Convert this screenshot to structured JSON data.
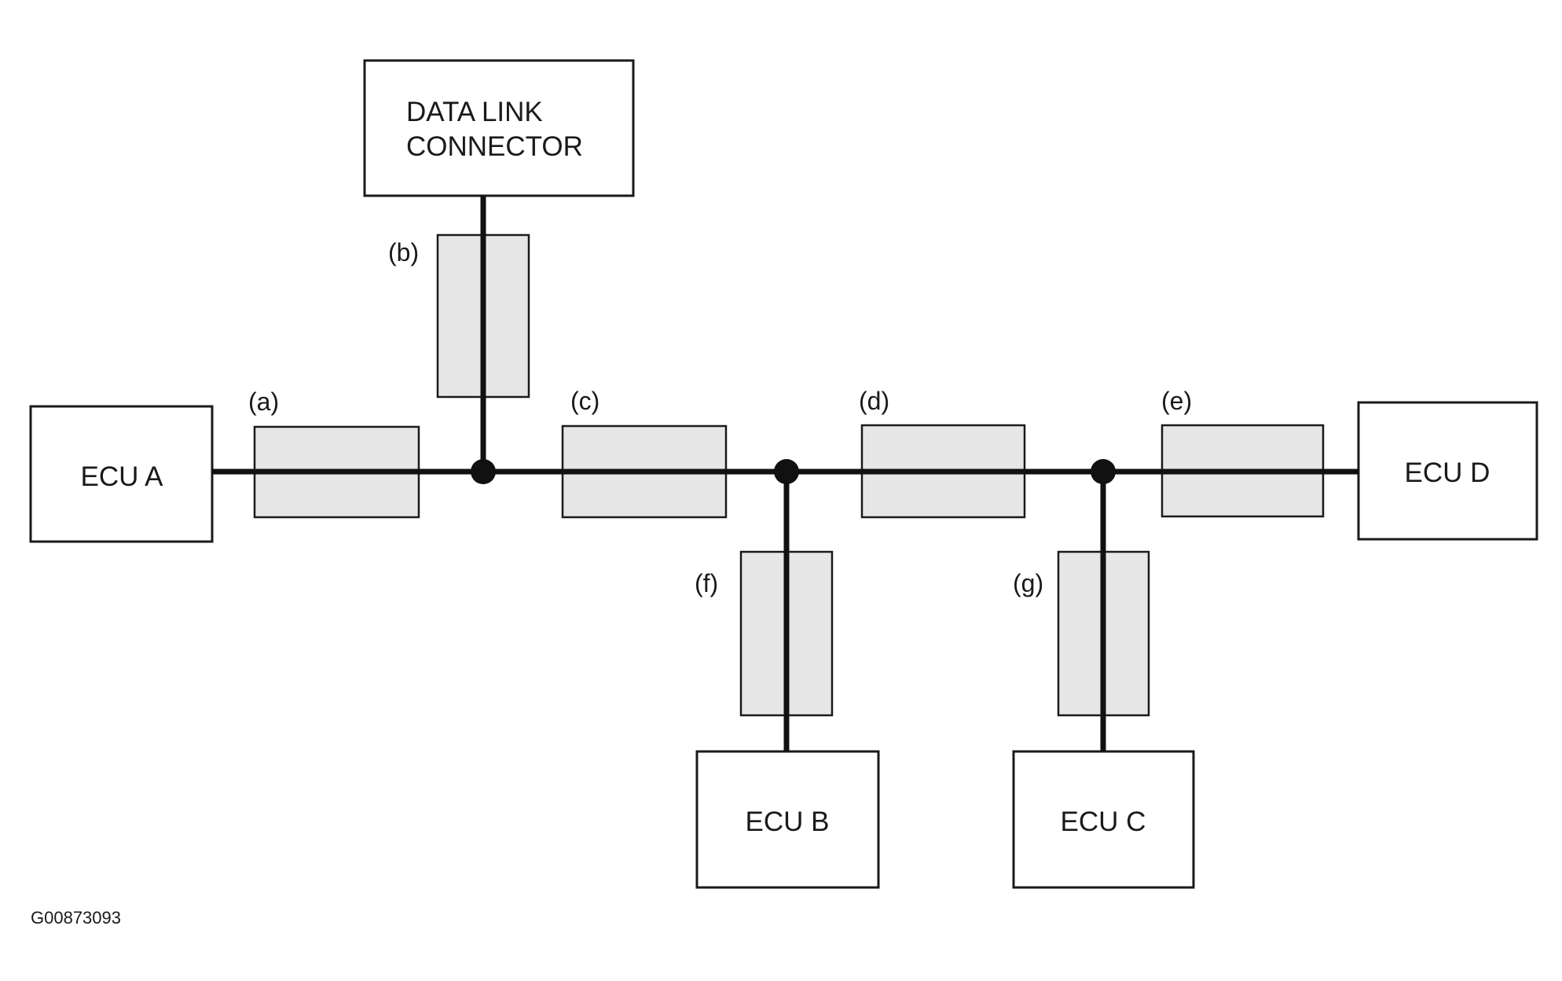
{
  "diagram": {
    "components": {
      "dlc_line1": "DATA LINK",
      "dlc_line2": "CONNECTOR",
      "ecu_a": "ECU A",
      "ecu_b": "ECU B",
      "ecu_c": "ECU C",
      "ecu_d": "ECU D"
    },
    "segments": {
      "a": "(a)",
      "b": "(b)",
      "c": "(c)",
      "d": "(d)",
      "e": "(e)",
      "f": "(f)",
      "g": "(g)"
    },
    "figure_id": "G00873093"
  }
}
